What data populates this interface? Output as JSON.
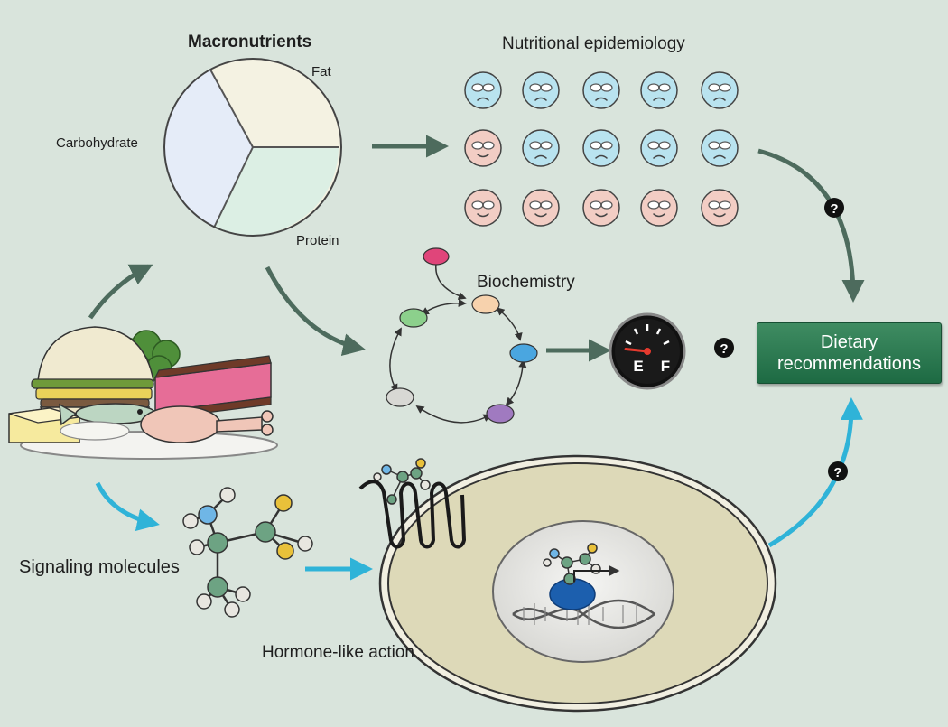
{
  "labels": {
    "macronutrients": "Macronutrients",
    "fat": "Fat",
    "carbohydrate": "Carbohydrate",
    "protein": "Protein",
    "nutritional_epidemiology": "Nutritional epidemiology",
    "biochemistry": "Biochemistry",
    "signaling_molecules": "Signaling molecules",
    "hormone_like_action": "Hormone-like action",
    "dietary_recommendations": "Dietary recommendations"
  },
  "question_mark": "?",
  "gauge": {
    "empty_label": "E",
    "full_label": "F",
    "level": 0.15
  },
  "faces": {
    "rows": [
      [
        "sad",
        "sad",
        "sad",
        "sad",
        "sad"
      ],
      [
        "happy",
        "sad",
        "sad",
        "sad",
        "sad"
      ],
      [
        "happy",
        "happy",
        "happy",
        "happy",
        "happy"
      ]
    ]
  },
  "colors": {
    "background": "#d9e4dc",
    "gray_arrow": "#4d6b5d",
    "blue_arrow": "#2fb3d8",
    "sad_face": "#b9e3ef",
    "happy_face": "#f2cdc4",
    "fat_segment": "#f4f2e2",
    "carbohydrate_segment": "#e5ecf8",
    "protein_segment": "#dcefe4",
    "recommendation_box": "#2a7a50",
    "cell": "#ddd9b8"
  }
}
